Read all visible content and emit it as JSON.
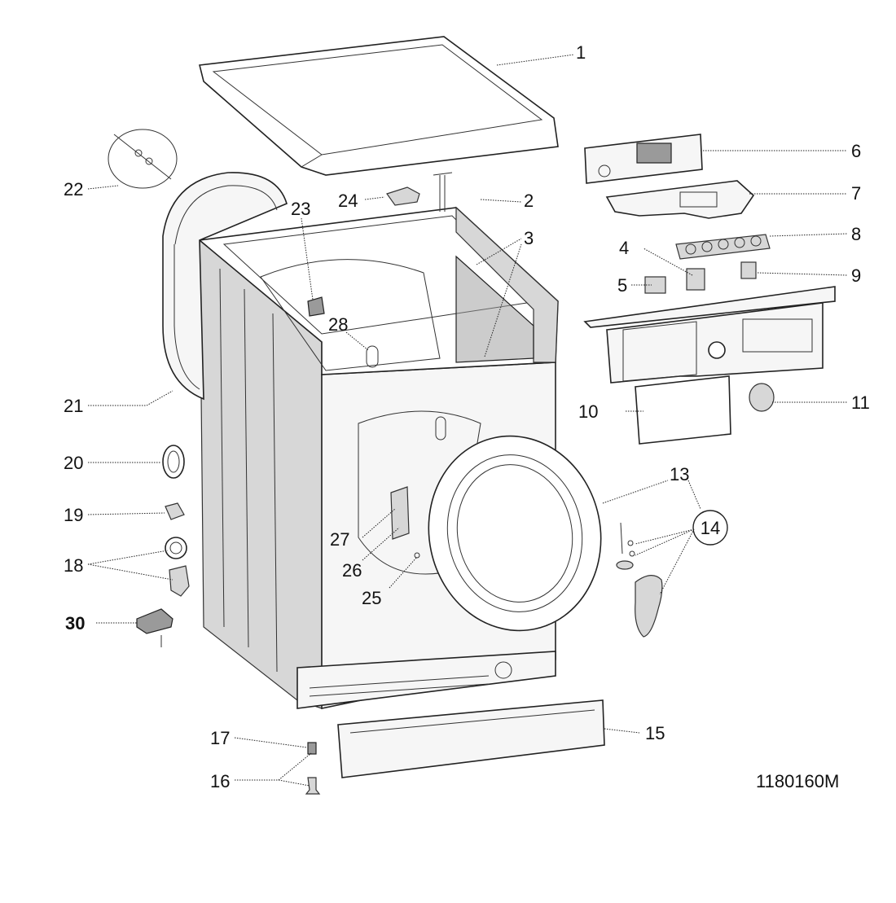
{
  "diagram_code": "1180160M",
  "callouts": {
    "c1": "1",
    "c2": "2",
    "c3": "3",
    "c4": "4",
    "c5": "5",
    "c6": "6",
    "c7": "7",
    "c8": "8",
    "c9": "9",
    "c10": "10",
    "c11": "11",
    "c13": "13",
    "c14": "14",
    "c15": "15",
    "c16": "16",
    "c17": "17",
    "c18": "18",
    "c19": "19",
    "c20": "20",
    "c21": "21",
    "c22": "22",
    "c23": "23",
    "c24": "24",
    "c25": "25",
    "c26": "26",
    "c27": "27",
    "c28": "28",
    "c30": "30"
  }
}
